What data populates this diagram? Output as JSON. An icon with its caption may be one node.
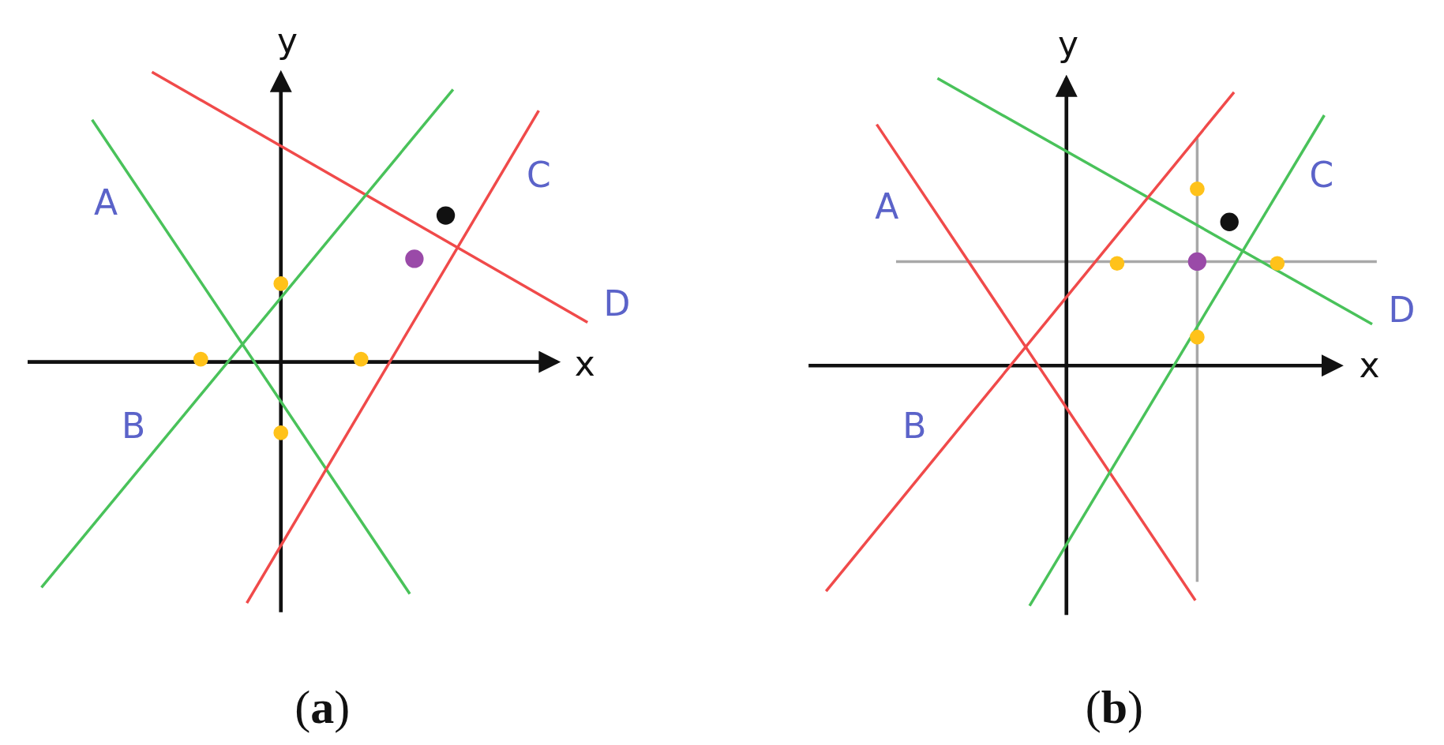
{
  "diagram": {
    "labels": [
      "y",
      "A",
      "C",
      "D",
      "x",
      "B",
      "(**a**)",
      "y",
      "A",
      "C",
      "D",
      "x",
      "B",
      "(**b**)"
    ]
  }
}
